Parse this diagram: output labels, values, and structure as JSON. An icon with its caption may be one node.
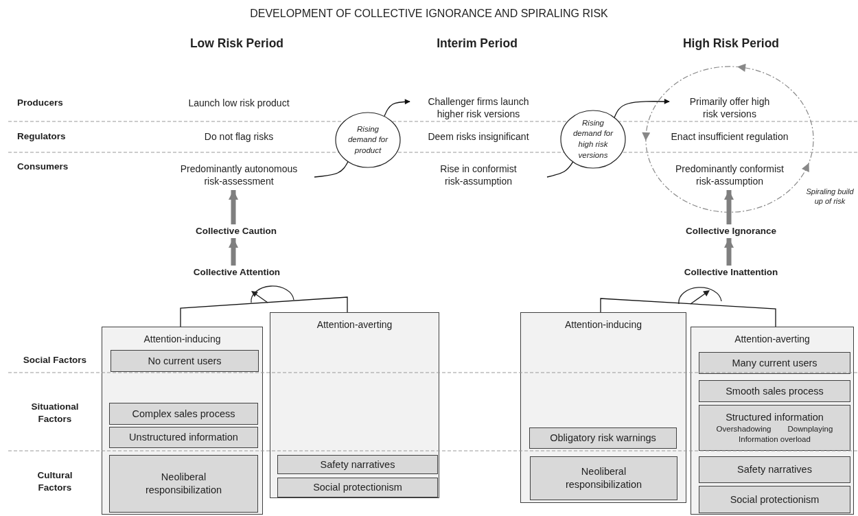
{
  "diagram": {
    "title": "DEVELOPMENT OF COLLECTIVE IGNORANCE AND SPIRALING RISK",
    "nodes": [
      {
        "text": [
          "Launch low risk product"
        ]
      },
      {
        "text": [
          "Do not flag risks"
        ]
      },
      {
        "text": [
          "Predominantly autonomous risk-assessment"
        ]
      },
      {
        "text": [
          "Rising demand for product"
        ]
      },
      {
        "text": [
          "Challenger firms launch higher risk versions"
        ]
      },
      {
        "text": [
          "Deem risks insignificant"
        ]
      },
      {
        "text": [
          "Rise in conformist risk-assumption"
        ]
      },
      {
        "text": [
          "Rising demand for high risk versions"
        ]
      },
      {
        "text": [
          "Primarily offer high risk versions"
        ]
      },
      {
        "text": [
          "Enact insufficient regulation"
        ]
      },
      {
        "text": [
          "Predominantly conformist risk-assumption"
        ]
      },
      {
        "text": [
          "Collective Caution"
        ]
      },
      {
        "text": [
          "Collective Attention"
        ]
      },
      {
        "text": [
          "Collective Ignorance"
        ]
      },
      {
        "text": [
          "Collective Inattention"
        ]
      },
      {
        "text": [
          "Attention-inducing"
        ]
      },
      {
        "text": [
          "No current users"
        ],
        "in": 15
      },
      {
        "text": [
          "Complex sales process"
        ],
        "in": 15
      },
      {
        "text": [
          "Unstructured information"
        ],
        "in": 15
      },
      {
        "text": [
          "Neoliberal responsibilization"
        ],
        "in": 15
      },
      {
        "text": [
          "Attention-averting"
        ]
      },
      {
        "text": [
          "Safety narratives"
        ],
        "in": 20
      },
      {
        "text": [
          "Social protectionism"
        ],
        "in": 20
      },
      {
        "text": [
          "Attention-inducing"
        ]
      },
      {
        "text": [
          "Obligatory risk warnings"
        ],
        "in": 23
      },
      {
        "text": [
          "Neoliberal responsibilization"
        ],
        "in": 23
      },
      {
        "text": [
          "Attention-averting"
        ]
      },
      {
        "text": [
          "Many current users"
        ],
        "in": 26
      },
      {
        "text": [
          "Smooth sales process"
        ],
        "in": 26
      },
      {
        "text": [
          "Structured information",
          "Overshadowing",
          "Downplaying",
          "Information overload"
        ],
        "in": 26
      },
      {
        "text": [
          "Safety narratives"
        ],
        "in": 26
      },
      {
        "text": [
          "Social protectionism"
        ],
        "in": 26
      }
    ],
    "edges": [
      {
        "from": 2,
        "to": 3,
        "arrow": "none"
      },
      {
        "from": 3,
        "to": 4,
        "arrow": "to"
      },
      {
        "from": 6,
        "to": 7,
        "arrow": "none"
      },
      {
        "from": 7,
        "to": 8,
        "arrow": "to"
      },
      {
        "from": 11,
        "to": 2,
        "arrow": "to",
        "style": "thick",
        "color": "#7f7f7f"
      },
      {
        "from": 12,
        "to": 11,
        "arrow": "to",
        "style": "thick",
        "color": "#7f7f7f"
      },
      {
        "from": 13,
        "to": 10,
        "arrow": "to",
        "style": "thick",
        "color": "#7f7f7f"
      },
      {
        "from": 14,
        "to": 13,
        "arrow": "to",
        "style": "thick",
        "color": "#7f7f7f"
      },
      {
        "from": 15,
        "to": 20,
        "arrow": "none"
      },
      {
        "from": 23,
        "to": 26,
        "arrow": "none"
      }
    ],
    "labels": [
      "Low Risk Period",
      "Interim Period",
      "High Risk Period",
      "Producers",
      "Regulators",
      "Consumers",
      "Spiraling build up of risk",
      "Social Factors",
      "Situational Factors",
      "Cultural Factors"
    ]
  }
}
